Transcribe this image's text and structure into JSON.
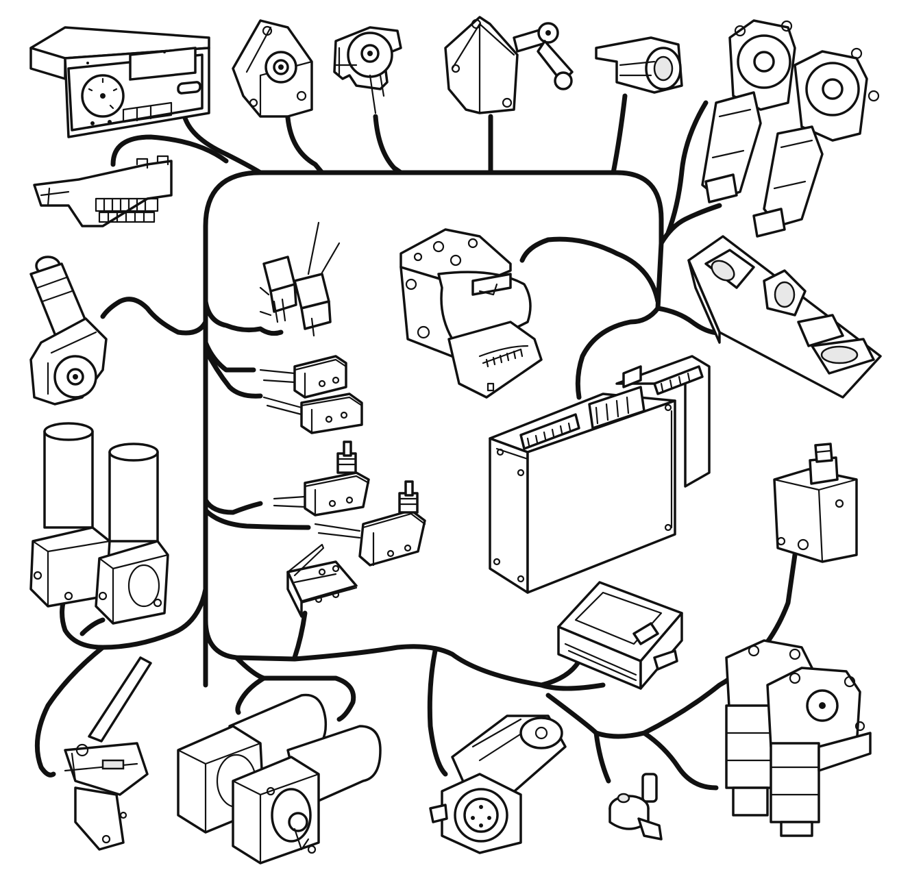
{
  "diagram": {
    "kind": "vehicle electrical harness exploded view",
    "printed_text": [],
    "components": [
      {
        "id": "instrument-panel",
        "icon": "instrument-cluster-icon"
      },
      {
        "id": "diagnostic-connector",
        "icon": "obd-connector-icon"
      },
      {
        "id": "throttle-position-sensor",
        "icon": "rotary-sensor-icon"
      },
      {
        "id": "pedal-sensor",
        "icon": "rotary-sensor-icon"
      },
      {
        "id": "level-sensor-linkage",
        "icon": "lever-sensor-icon"
      },
      {
        "id": "socket-connector",
        "icon": "plug-socket-icon"
      },
      {
        "id": "twin-window-motors",
        "icon": "window-motor-icon"
      },
      {
        "id": "window-switch-panel",
        "icon": "switch-panel-icon"
      },
      {
        "id": "hydraulic-modulator",
        "icon": "abs-modulator-icon"
      },
      {
        "id": "door-switches",
        "icon": "microswitch-icon"
      },
      {
        "id": "limit-switches",
        "icon": "microswitch-icon"
      },
      {
        "id": "plunger-switches",
        "icon": "plunger-switch-icon"
      },
      {
        "id": "lever-switch",
        "icon": "microswitch-icon"
      },
      {
        "id": "control-unit-ecu",
        "icon": "ecu-box-icon"
      },
      {
        "id": "small-control-module",
        "icon": "module-box-icon"
      },
      {
        "id": "door-lock-actuator",
        "icon": "actuator-icon"
      },
      {
        "id": "seat-motor",
        "icon": "gear-motor-icon"
      },
      {
        "id": "twin-pump-motors",
        "icon": "pump-motor-icon"
      },
      {
        "id": "handbrake-switch",
        "icon": "lever-switch-icon"
      },
      {
        "id": "twin-drive-motors",
        "icon": "drive-motor-icon"
      },
      {
        "id": "steering-motor",
        "icon": "gear-motor-icon"
      },
      {
        "id": "key-switch",
        "icon": "key-switch-icon"
      },
      {
        "id": "twin-actuator-motors",
        "icon": "actuator-motor-icon"
      }
    ],
    "colors": {
      "line": "#111111",
      "background": "#ffffff"
    }
  }
}
